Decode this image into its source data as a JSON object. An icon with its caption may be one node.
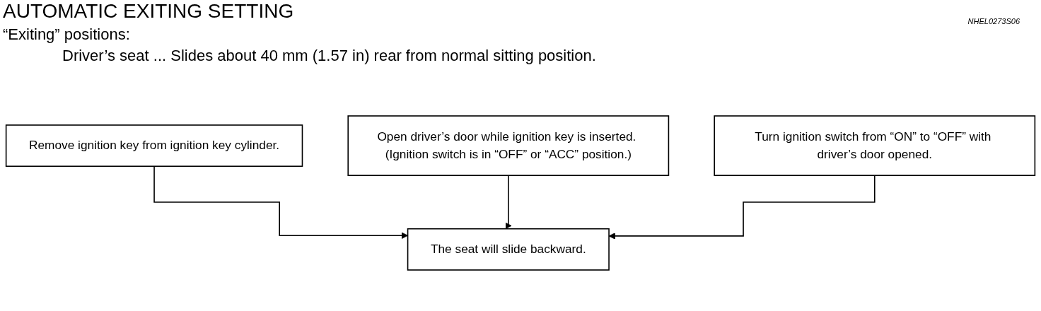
{
  "diagram": {
    "title": "AUTOMATIC EXITING SETTING",
    "nodes": [
      {
        "text": [
          "Remove ignition key from ignition key cylinder."
        ]
      },
      {
        "text": [
          "Open driver’s door while ignition key is inserted. (Ignition switch is in “OFF” or “ACC” position.)"
        ]
      },
      {
        "text": [
          "Turn ignition switch from “ON” to “OFF” with driver’s door opened."
        ]
      },
      {
        "text": [
          "The seat will slide backward."
        ]
      }
    ],
    "edges": [
      {
        "from": 0,
        "to": 3,
        "arrow": "to"
      },
      {
        "from": 1,
        "to": 3,
        "arrow": "to"
      },
      {
        "from": 2,
        "to": 3,
        "arrow": "to"
      }
    ],
    "labels": [
      "NHEL0273S06",
      "“Exiting” positions:",
      "Driver’s seat ... Slides about 40 mm (1.57 in) rear from normal sitting position."
    ]
  }
}
